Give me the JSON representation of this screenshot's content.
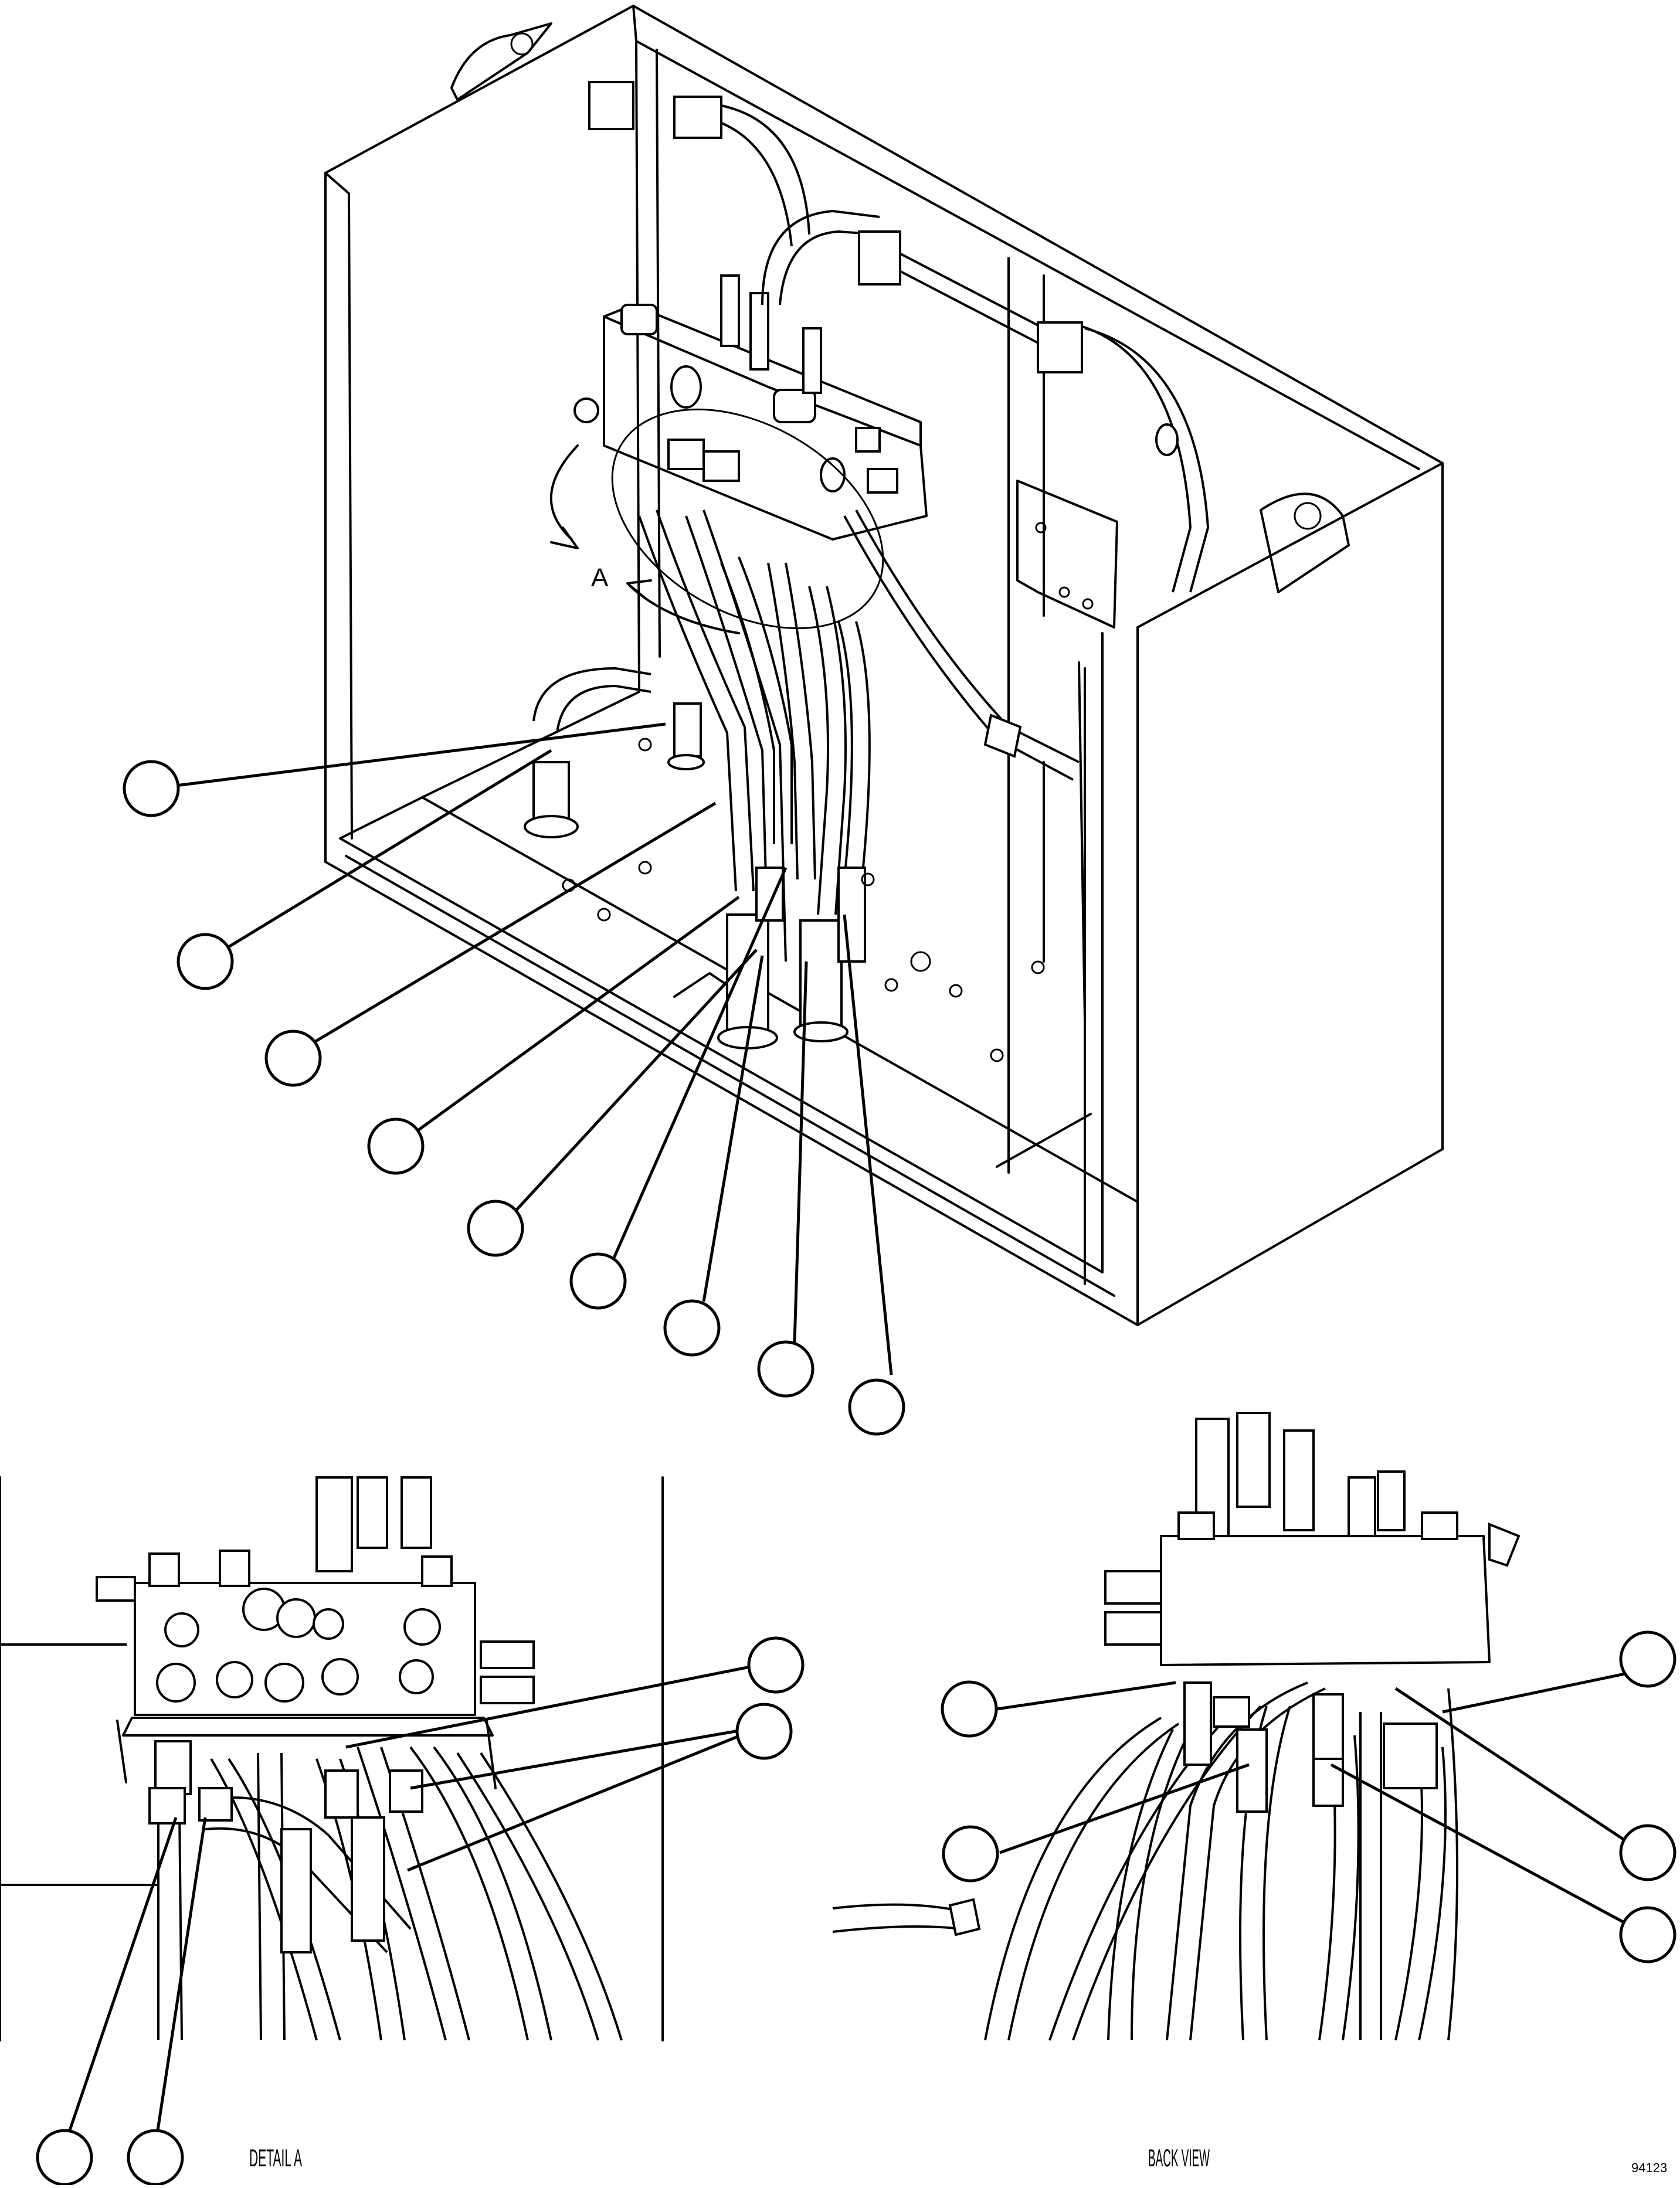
{
  "labels": {
    "detail_marker": "A",
    "detail_a_caption": "DETAIL A",
    "back_view_caption": "BACK VIEW",
    "drawing_number": "94123"
  }
}
